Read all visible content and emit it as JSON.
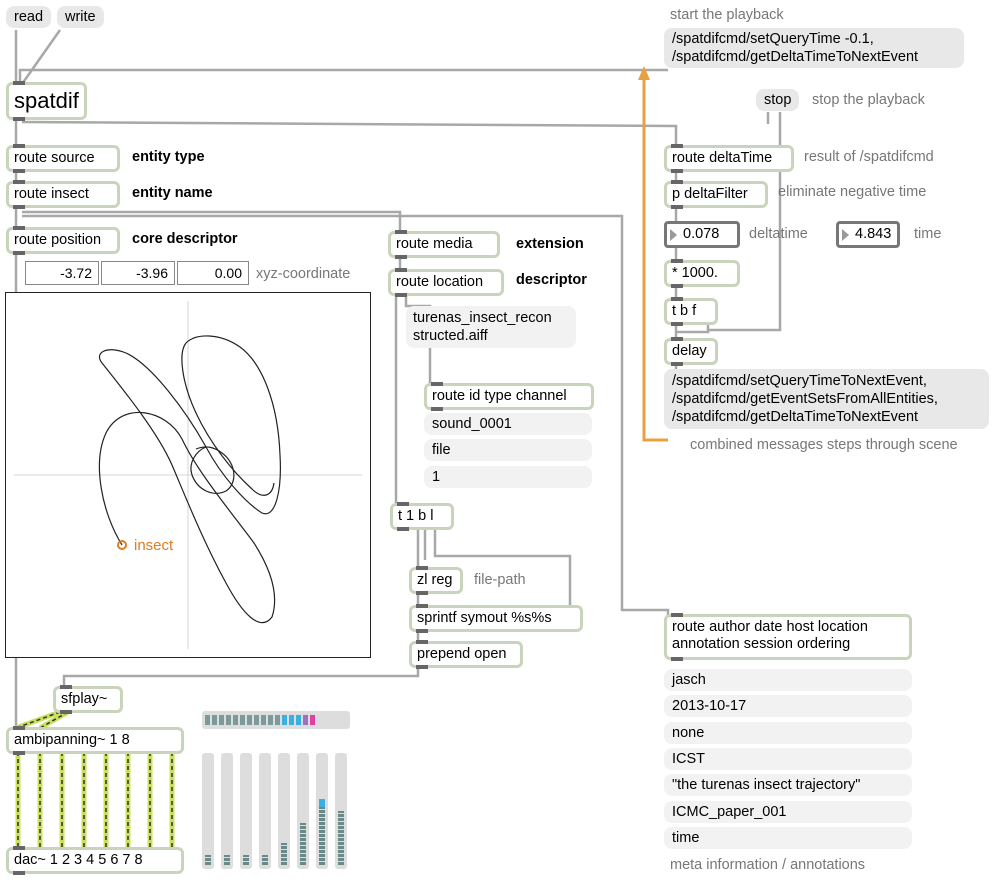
{
  "patch": {
    "read_label": "read",
    "write_label": "write",
    "spatdif_label": "spatdif",
    "start_comment": "start the playback",
    "start_msg_line1": "/spatdifcmd/setQueryTime -0.1,",
    "start_msg_line2": "/spatdifcmd/getDeltaTimeToNextEvent",
    "stop_label": "stop",
    "stop_comment": "stop the playback",
    "route_source": "route source",
    "entity_type": "entity type",
    "route_insect": "route insect",
    "entity_name": "entity name",
    "route_position": "route position",
    "core_descriptor": "core descriptor",
    "xyz_values": [
      "-3.72",
      "-3.96",
      "0.00"
    ],
    "xyz_comment": "xyz-coordinate",
    "insect_label": "insect",
    "route_media": "route media",
    "extension": "extension",
    "route_location": "route location",
    "descriptor": "descriptor",
    "filename_line1": "turenas_insect_recon",
    "filename_line2": "structed.aiff",
    "route_id": "route id type channel",
    "id_values": [
      "sound_0001",
      "file",
      "1"
    ],
    "tbl": "t 1 b l",
    "zl_reg": "zl reg",
    "file_path": "file-path",
    "sprintf": "sprintf symout %s%s",
    "prepend_open": "prepend open",
    "sfplay": "sfplay~",
    "ambipanning": "ambipanning~ 1 8",
    "dac": "dac~ 1 2 3 4 5 6 7 8",
    "route_deltatime": "route deltaTime",
    "result_comment": "result of /spatdifcmd",
    "p_deltafilter": "p deltaFilter",
    "eliminate_comment": "eliminate negative time",
    "deltatime_value": "0.078",
    "deltatime_label": "deltatime",
    "time_value": "4.843",
    "time_label": "time",
    "mult": "* 1000.",
    "tbf": "t b f",
    "delay": "delay",
    "next_msg_line1": "/spatdifcmd/setQueryTimeToNextEvent,",
    "next_msg_line2": "/spatdifcmd/getEventSetsFromAllEntities,",
    "next_msg_line3": "/spatdifcmd/getDeltaTimeToNextEvent",
    "combined_comment": "combined messages steps through scene",
    "route_author_line1": "route author date host location",
    "route_author_line2": "annotation session ordering",
    "meta_values": [
      "jasch",
      "2013-10-17",
      "none",
      "ICST",
      "\"the turenas insect trajectory\"",
      "ICMC_paper_001",
      "time"
    ],
    "meta_comment": "meta information / annotations"
  },
  "colors": {
    "object_border": "#c9d4bd",
    "message_bg": "#e8e8e8",
    "wire_gray": "#a8a8a8",
    "wire_orange": "#e8a040",
    "insect_orange": "#e07b20",
    "signal_wire": "#c8e05a"
  },
  "meter_levels": [
    0.08,
    0.08,
    0.08,
    0.08,
    0.18,
    0.35,
    0.55,
    0.45
  ]
}
